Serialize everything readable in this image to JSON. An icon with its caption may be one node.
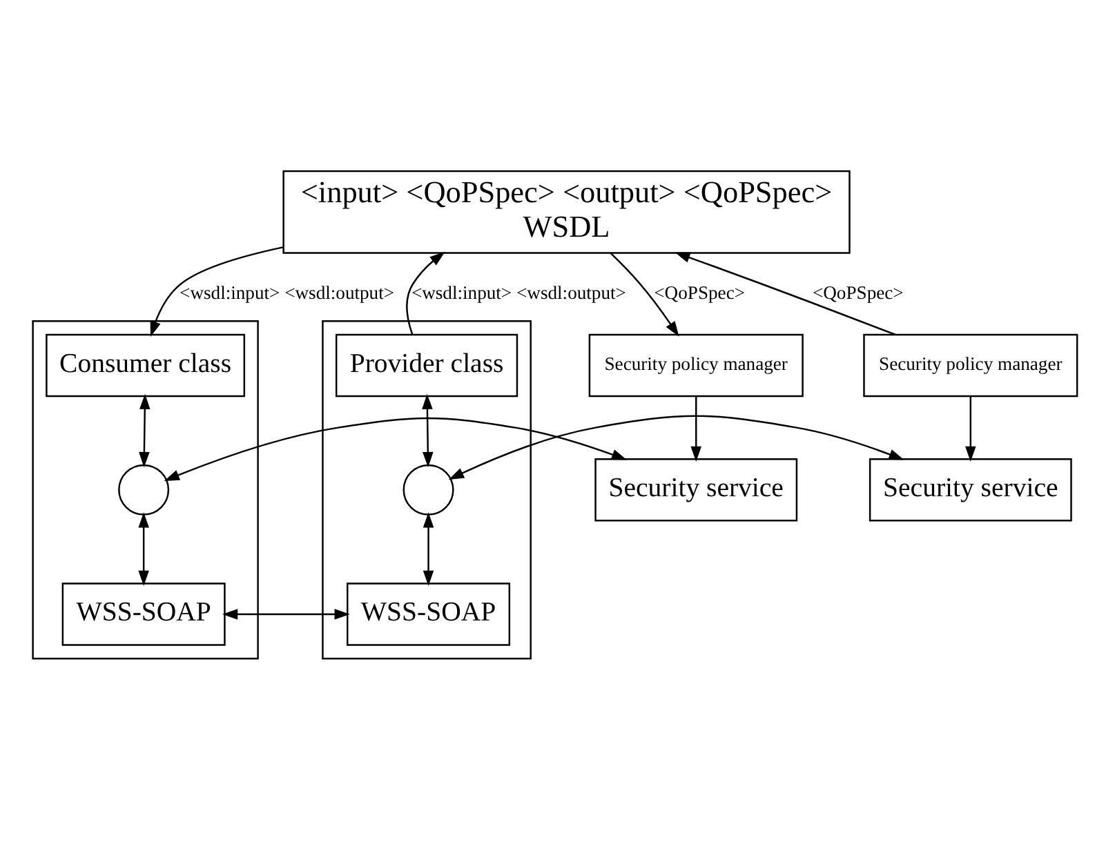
{
  "diagram": {
    "nodes": [
      {
        "text": [
          "<input> <QoPSpec> <output> <QoPSpec>",
          "WSDL"
        ]
      },
      {
        "text": [],
        "shape": "box"
      },
      {
        "text": [
          "Consumer class"
        ],
        "in": 1
      },
      {
        "text": [],
        "shape": "circle",
        "in": 1
      },
      {
        "text": [
          "WSS-SOAP"
        ],
        "in": 1
      },
      {
        "text": [
          "Security policy manager"
        ]
      },
      {
        "text": [
          "Security service"
        ]
      },
      {
        "text": [
          "Security policy manager"
        ]
      },
      {
        "text": [
          "Security service"
        ]
      },
      {
        "text": [],
        "shape": "box"
      },
      {
        "text": [
          "Provider class"
        ],
        "in": 9
      },
      {
        "text": [],
        "shape": "circle",
        "in": 9
      },
      {
        "text": [
          "WSS-SOAP"
        ],
        "in": 9
      }
    ],
    "edges": [
      {
        "from": 0,
        "to": 2,
        "arrow": "to",
        "label": "<wsdl:input> <wsdl:output>"
      },
      {
        "from": 0,
        "to": 5,
        "arrow": "to",
        "label": "<QoPSpec>"
      },
      {
        "from": 5,
        "to": 6,
        "arrow": "to"
      },
      {
        "from": 2,
        "to": 3,
        "arrow": "both"
      },
      {
        "from": 3,
        "to": 6,
        "arrow": "both"
      },
      {
        "from": 3,
        "to": 4,
        "arrow": "both"
      },
      {
        "from": 4,
        "to": 12,
        "arrow": "both"
      },
      {
        "from": 10,
        "to": 0,
        "arrow": "to",
        "label": "<wsdl:input> <wsdl:output>"
      },
      {
        "from": 7,
        "to": 0,
        "arrow": "to",
        "label": "<QoPSpec>"
      },
      {
        "from": 7,
        "to": 8,
        "arrow": "to"
      },
      {
        "from": 8,
        "to": 11,
        "arrow": "both"
      },
      {
        "from": 10,
        "to": 11,
        "arrow": "both"
      },
      {
        "from": 11,
        "to": 12,
        "arrow": "both"
      }
    ]
  }
}
